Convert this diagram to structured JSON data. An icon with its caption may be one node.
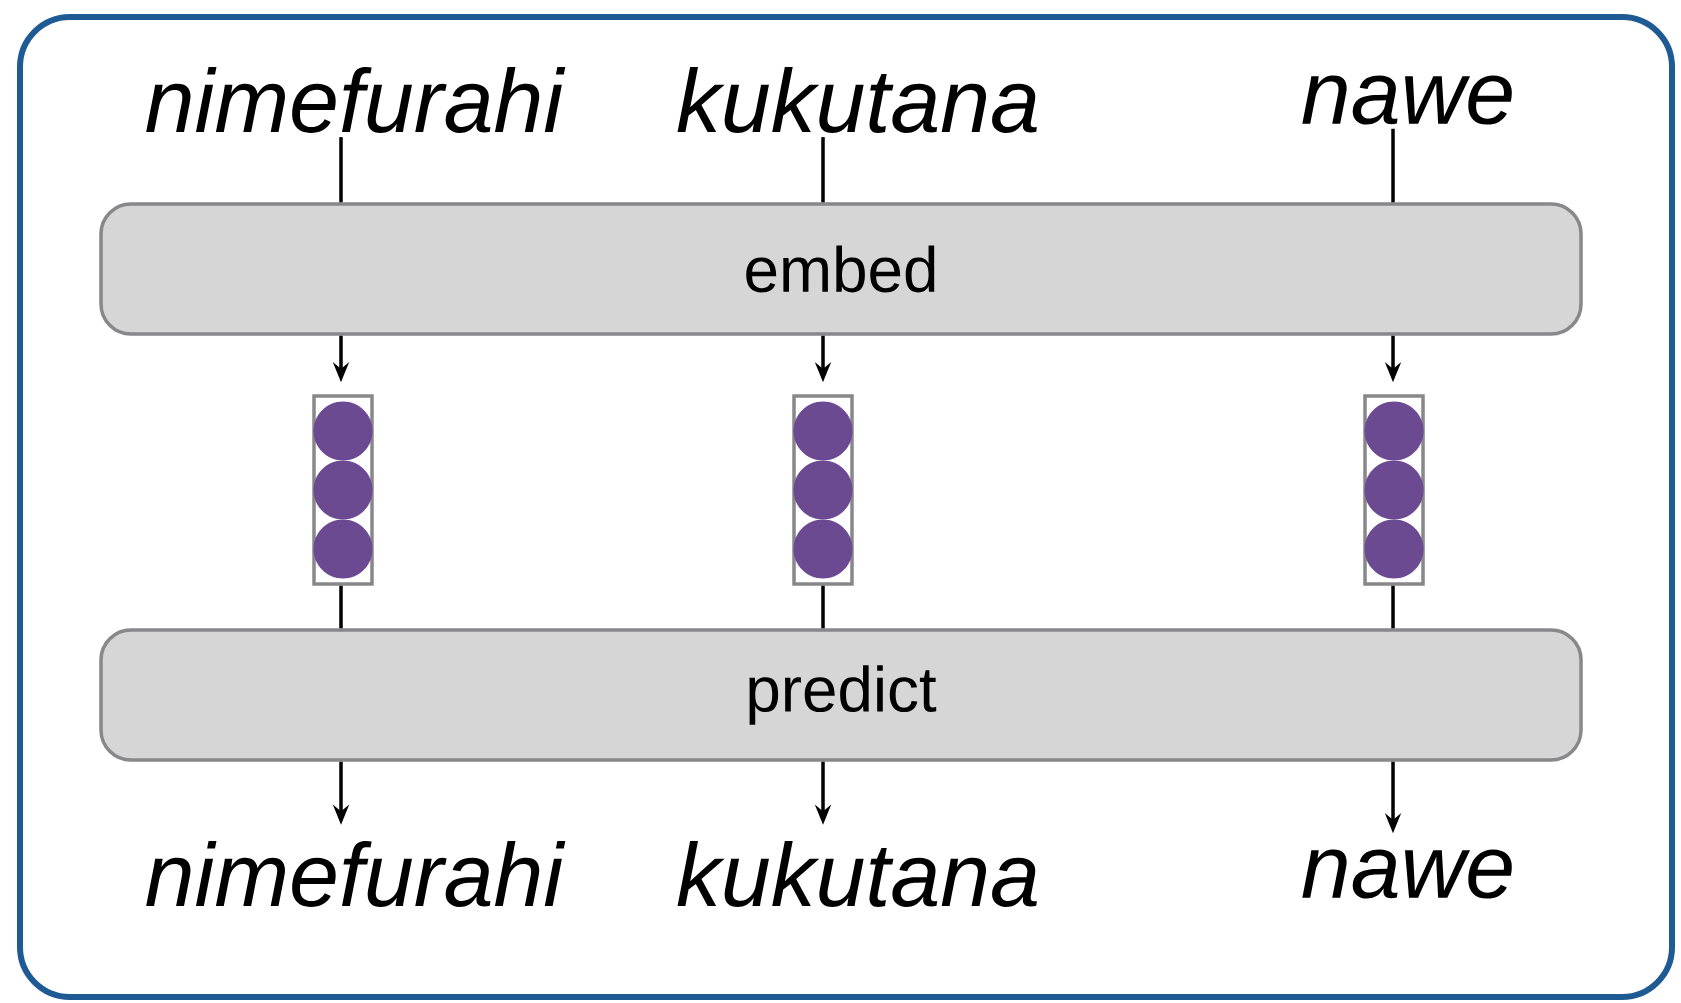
{
  "diagram": {
    "nodes": [
      {
        "text": [
          "nimefurahi"
        ]
      },
      {
        "text": [
          "kukutana"
        ]
      },
      {
        "text": [
          "nawe"
        ]
      },
      {
        "text": [
          "embed"
        ]
      },
      {
        "text": [],
        "shape": "box"
      },
      {
        "text": [],
        "shape": "box"
      },
      {
        "text": [],
        "shape": "box"
      },
      {
        "text": [
          "predict"
        ]
      },
      {
        "text": [
          "nimefurahi"
        ]
      },
      {
        "text": [
          "kukutana"
        ]
      },
      {
        "text": [
          "nawe"
        ]
      }
    ],
    "edges": [
      {
        "from": 0,
        "to": 3,
        "arrow": "none"
      },
      {
        "from": 1,
        "to": 3,
        "arrow": "none"
      },
      {
        "from": 2,
        "to": 3,
        "arrow": "none"
      },
      {
        "from": 3,
        "to": 4,
        "arrow": "to"
      },
      {
        "from": 3,
        "to": 5,
        "arrow": "to"
      },
      {
        "from": 3,
        "to": 6,
        "arrow": "to"
      },
      {
        "from": 4,
        "to": 7,
        "arrow": "none"
      },
      {
        "from": 5,
        "to": 7,
        "arrow": "none"
      },
      {
        "from": 6,
        "to": 7,
        "arrow": "none"
      },
      {
        "from": 7,
        "to": 8,
        "arrow": "to"
      },
      {
        "from": 7,
        "to": 9,
        "arrow": "to"
      },
      {
        "from": 7,
        "to": 10,
        "arrow": "to"
      }
    ]
  }
}
